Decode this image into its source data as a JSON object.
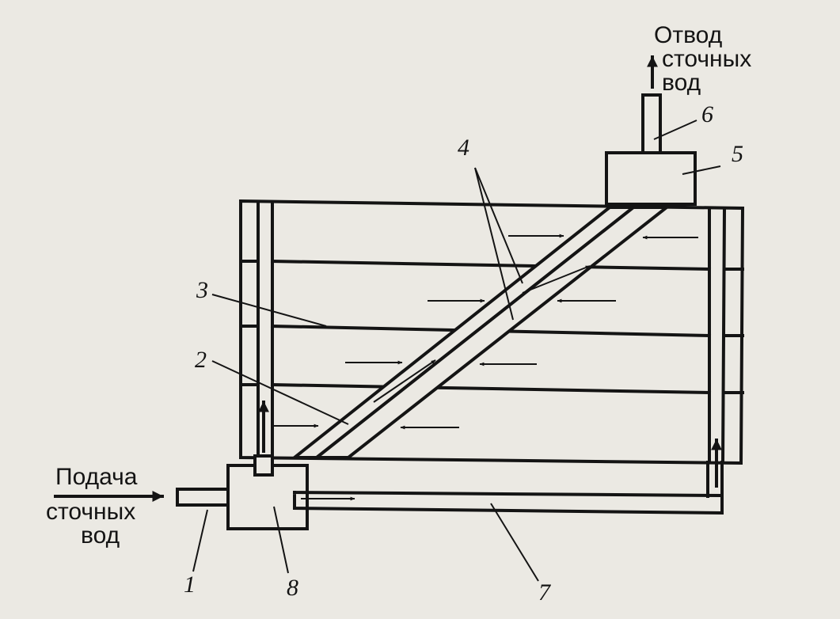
{
  "inlet_label": [
    "Подача",
    "сточных",
    "вод"
  ],
  "outlet_label": [
    "Отвод",
    "сточных",
    "вод"
  ],
  "callouts": [
    "1",
    "2",
    "3",
    "4",
    "5",
    "6",
    "7",
    "8"
  ],
  "colors": {
    "ink": "#141414",
    "paper": "#ebe9e3"
  }
}
